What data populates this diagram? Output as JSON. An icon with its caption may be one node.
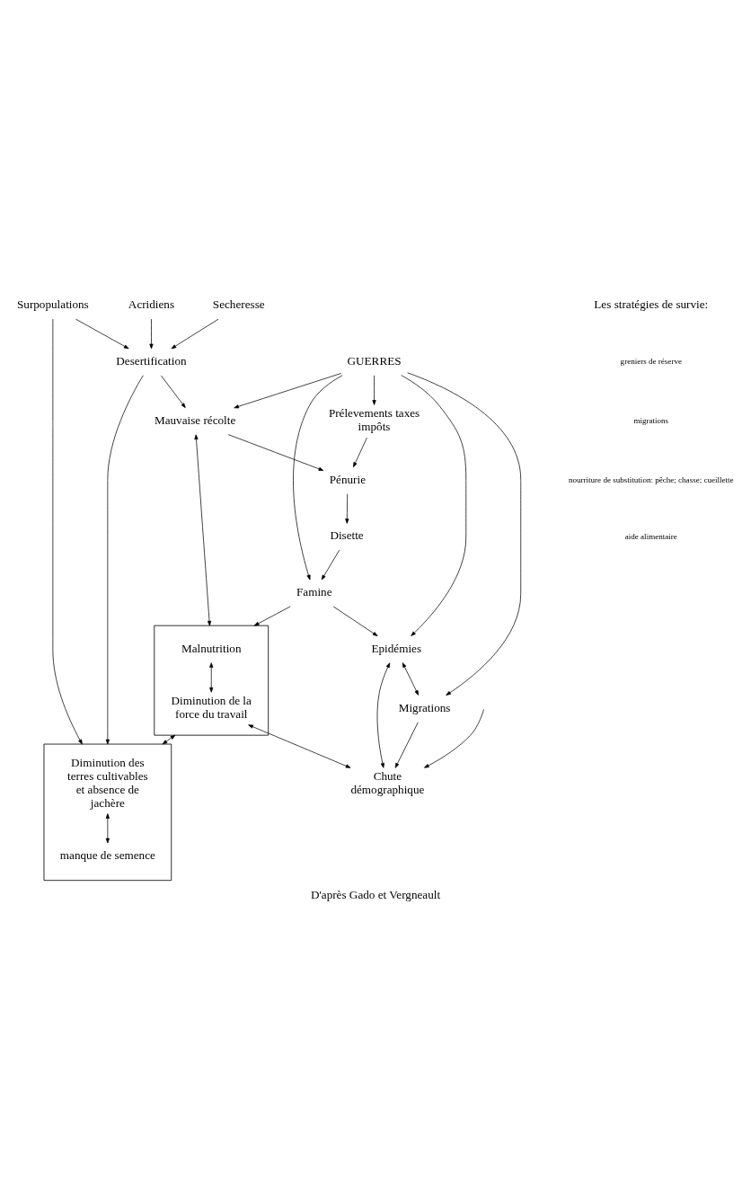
{
  "diagram": {
    "caption": "D'après Gado et Vergneault",
    "nodes": [
      {
        "text": [
          "GUERRES"
        ]
      },
      {
        "text": [
          "Prélevements taxes impôts"
        ]
      },
      {
        "text": [
          "Mauvaise récolte"
        ]
      },
      {
        "text": [
          "Desertification"
        ]
      },
      {
        "text": [
          "Pénurie"
        ]
      },
      {
        "text": [
          "Secheresse"
        ]
      },
      {
        "text": [
          "Acridiens"
        ]
      },
      {
        "text": [
          "Surpopulations"
        ]
      },
      {
        "text": [
          "Disette"
        ]
      },
      {
        "text": [],
        "shape": "box"
      },
      {
        "text": [
          "Malnutrition"
        ],
        "in": 9
      },
      {
        "text": [
          "Diminution de la force du travail"
        ],
        "in": 9
      },
      {
        "text": [
          "Famine"
        ]
      },
      {
        "text": [
          "Epidémies"
        ]
      },
      {
        "text": [],
        "shape": "box"
      },
      {
        "text": [
          "Diminution des terres cultivables et absence de jachère"
        ],
        "in": 14
      },
      {
        "text": [
          "manque de semence"
        ],
        "in": 14
      },
      {
        "text": [
          "Chute démographique"
        ]
      },
      {
        "text": [
          "Migrations"
        ]
      }
    ],
    "edges": [
      {
        "from": 0,
        "to": 2,
        "arrow": "to"
      },
      {
        "from": 0,
        "to": 1,
        "arrow": "to"
      },
      {
        "from": 0,
        "to": 12,
        "arrow": "to"
      },
      {
        "from": 0,
        "to": 13,
        "arrow": "to"
      },
      {
        "from": 0,
        "to": 18,
        "arrow": "to"
      },
      {
        "from": 1,
        "to": 4,
        "arrow": "to"
      },
      {
        "from": 3,
        "to": 2,
        "arrow": "to"
      },
      {
        "from": 2,
        "to": 4,
        "arrow": "to"
      },
      {
        "from": 2,
        "to": 9,
        "arrow": "both"
      },
      {
        "from": 5,
        "to": 3,
        "arrow": "to"
      },
      {
        "from": 6,
        "to": 3,
        "arrow": "to"
      },
      {
        "from": 7,
        "to": 3,
        "arrow": "to"
      },
      {
        "from": 3,
        "to": 14,
        "arrow": "to"
      },
      {
        "from": 7,
        "to": 14,
        "arrow": "to"
      },
      {
        "from": 10,
        "to": 11,
        "arrow": "both"
      },
      {
        "from": 9,
        "to": 14,
        "arrow": "both"
      },
      {
        "from": 4,
        "to": 8,
        "arrow": "to"
      },
      {
        "from": 8,
        "to": 12,
        "arrow": "to"
      },
      {
        "from": 12,
        "to": 9,
        "arrow": "to"
      },
      {
        "from": 12,
        "to": 13,
        "arrow": "to"
      },
      {
        "from": 11,
        "to": 17,
        "arrow": "both"
      },
      {
        "from": 15,
        "to": 16,
        "arrow": "both"
      },
      {
        "from": 13,
        "to": 17,
        "arrow": "both"
      },
      {
        "from": 13,
        "to": 18,
        "arrow": "both"
      },
      {
        "from": 18,
        "to": 17,
        "arrow": "to"
      },
      {
        "from": null,
        "to": 17,
        "arrow": "to"
      }
    ],
    "labels": [
      "Les stratégies de survie:",
      "greniers de réserve",
      "migrations",
      "nourriture de substitution: pêche; chasse; cueillette",
      "aide alimentaire"
    ]
  }
}
